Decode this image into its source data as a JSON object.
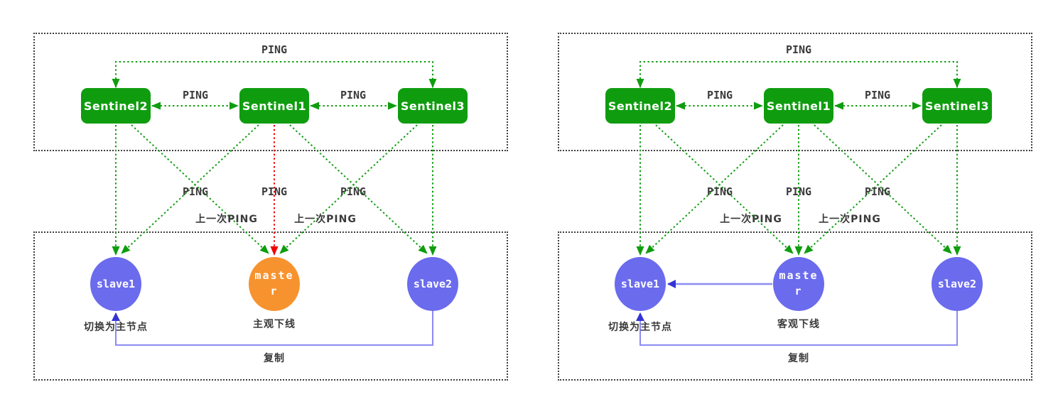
{
  "colors": {
    "green": "#0f9d0f",
    "red": "#ee0000",
    "ink": "#3a3a3a",
    "node_blue": "#6b6bee",
    "master_offline_orange": "#f7932e",
    "replication_line_blue": "#8b8bf2",
    "replication_arrow_blue": "#3434d6",
    "box_border": "#3f3f3f"
  },
  "left": {
    "top_ping": "PING",
    "sentinel_pings": [
      "PING",
      "PING"
    ],
    "sentinels": [
      "Sentinel2",
      "Sentinel1",
      "Sentinel3"
    ],
    "mid_pings": [
      "PING",
      "PING",
      "PING"
    ],
    "last_pings": [
      "上一次PING",
      "上一次PING"
    ],
    "nodes": [
      "slave1",
      "master",
      "slave2"
    ],
    "caption_slave1": "切换为主节点",
    "caption_master": "主观下线",
    "replicate": "复制"
  },
  "right": {
    "top_ping": "PING",
    "sentinel_pings": [
      "PING",
      "PING"
    ],
    "sentinels": [
      "Sentinel2",
      "Sentinel1",
      "Sentinel3"
    ],
    "mid_pings": [
      "PING",
      "PING",
      "PING"
    ],
    "last_pings": [
      "上一次PING",
      "上一次PING"
    ],
    "nodes": [
      "slave1",
      "master",
      "slave2"
    ],
    "caption_slave1": "切换为主节点",
    "caption_master": "客观下线",
    "replicate": "复制"
  }
}
